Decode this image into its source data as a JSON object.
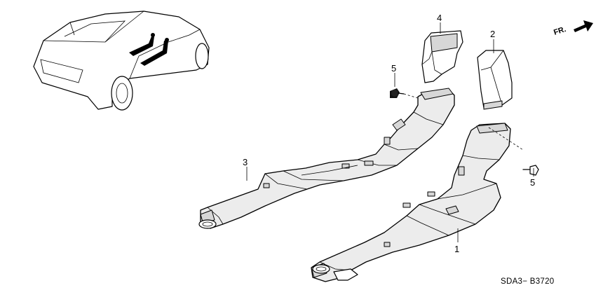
{
  "diagram": {
    "direction_label": "FR.",
    "figure_code": "SDA3− B3720",
    "callouts": [
      {
        "id": "1",
        "text": "1"
      },
      {
        "id": "2",
        "text": "2"
      },
      {
        "id": "3",
        "text": "3"
      },
      {
        "id": "4",
        "text": "4"
      },
      {
        "id": "5a",
        "text": "5"
      },
      {
        "id": "5b",
        "text": "5"
      }
    ]
  }
}
